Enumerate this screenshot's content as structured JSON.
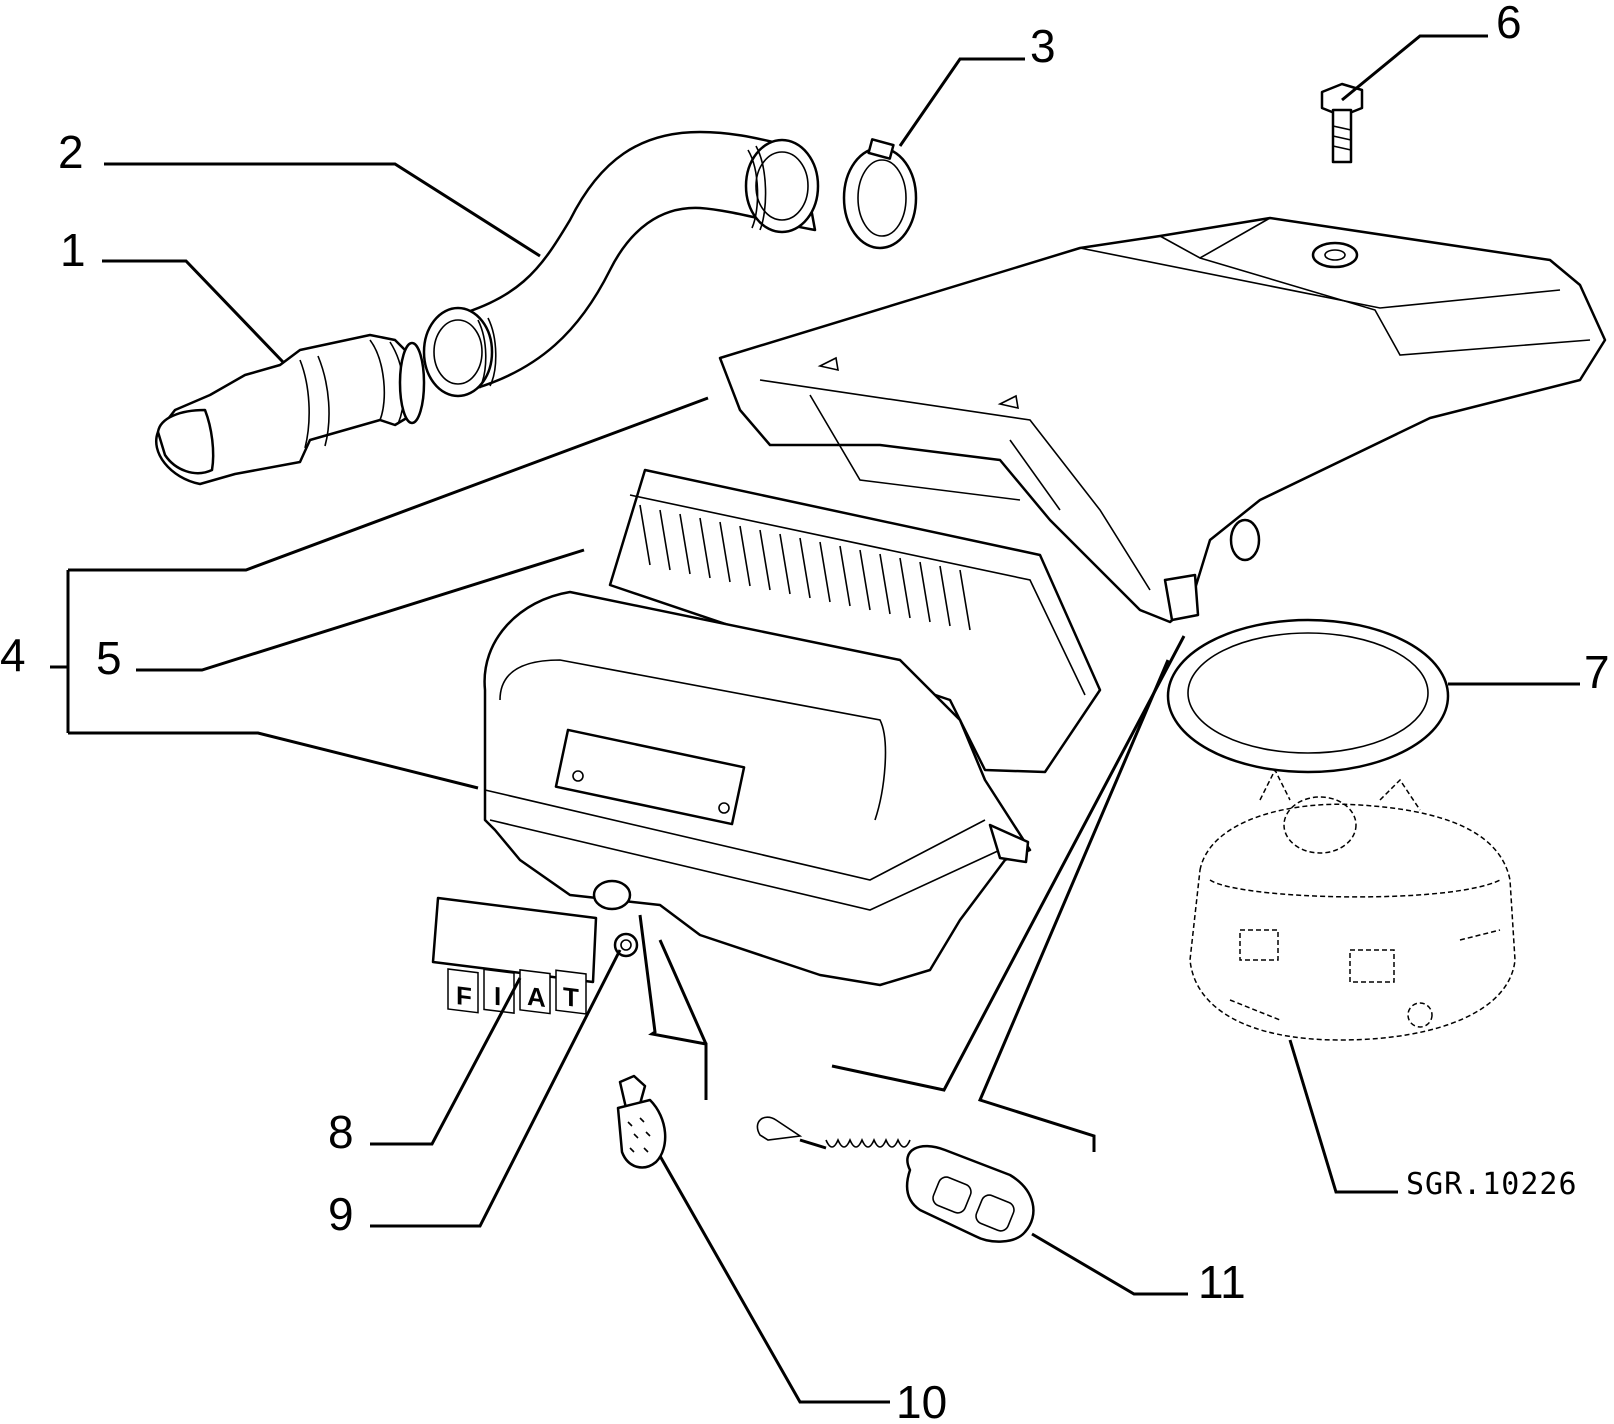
{
  "callouts": {
    "c1": "1",
    "c2": "2",
    "c3": "3",
    "c4": "4",
    "c5": "5",
    "c6": "6",
    "c7": "7",
    "c8": "8",
    "c9": "9",
    "c10": "10",
    "c11": "11"
  },
  "reference_code": "SGR.10226",
  "badge_letters": [
    "F",
    "I",
    "A",
    "T"
  ]
}
